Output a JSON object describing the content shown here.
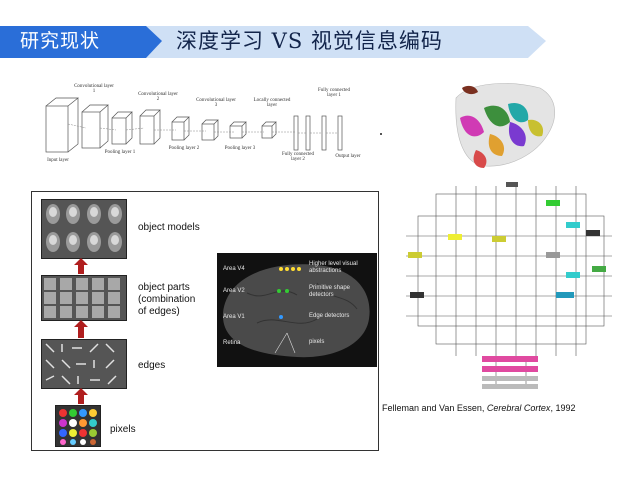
{
  "slide": {
    "tag": "研究现状",
    "title": "深度学习 VS 视觉信息编码",
    "colors": {
      "tag_bg": "#2a6ed8",
      "title_bg": "#cfe0f5",
      "arrow": "#b01e1e"
    }
  },
  "cnn_diagram": {
    "layers_top": [
      "Convolutional layer 1",
      "Convolutional layer 2",
      "Convolutional layer 3",
      "Locally connected layer",
      "Fully connected layer 1"
    ],
    "layers_bottom": [
      "Input layer",
      "Pooling layer 1",
      "Pooling layer 2",
      "Pooling layer 3",
      "Fully connected layer 2",
      "Output layer"
    ]
  },
  "hierarchy": {
    "levels": [
      {
        "label": "object models"
      },
      {
        "label": "object parts\n(combination\nof edges)"
      },
      {
        "label": "edges"
      },
      {
        "label": "pixels"
      }
    ],
    "brain": {
      "labels": [
        "Area V4",
        "Area V2",
        "Area V1",
        "Retina"
      ],
      "notes": [
        "Higher level visual abstractions",
        "Primitive shape detectors",
        "Edge detectors",
        "pixels"
      ]
    }
  },
  "citation": {
    "authors": "Felleman and Van Essen, ",
    "journal": "Cerebral Cortex",
    "year": ", 1992"
  }
}
